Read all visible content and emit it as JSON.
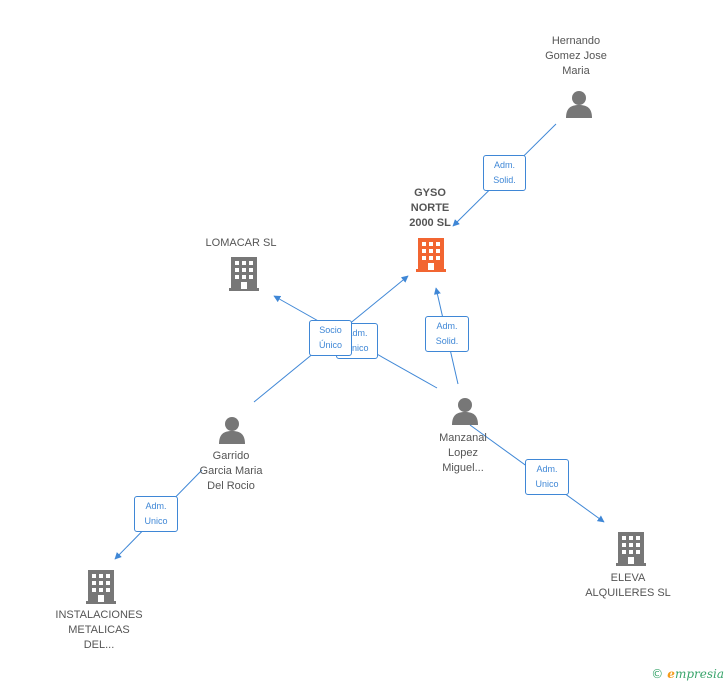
{
  "nodes": {
    "hernando": {
      "lines": [
        "Hernando",
        "Gomez Jose",
        "Maria"
      ],
      "icon": "person-icon"
    },
    "gyso": {
      "lines": [
        "GYSO",
        "NORTE",
        "2000 SL"
      ],
      "icon": "building-icon",
      "color": "#f26531"
    },
    "lomacar": {
      "lines": [
        "LOMACAR SL"
      ],
      "icon": "building-icon"
    },
    "garrido": {
      "lines": [
        "Garrido",
        "Garcia Maria",
        "Del Rocio"
      ],
      "icon": "person-icon"
    },
    "manzanal": {
      "lines": [
        "Manzanal",
        "Lopez",
        "Miguel..."
      ],
      "icon": "person-icon"
    },
    "instalaciones": {
      "lines": [
        "INSTALACIONES",
        "METALICAS",
        "DEL..."
      ],
      "icon": "building-icon"
    },
    "eleva": {
      "lines": [
        "ELEVA",
        "ALQUILERES SL"
      ],
      "icon": "building-icon"
    }
  },
  "relations": {
    "hernando_gyso": [
      "Adm.",
      "Solid."
    ],
    "manzanal_gyso": [
      "Adm.",
      "Solid."
    ],
    "garrido_gyso": [
      "Adm.",
      "Unico"
    ],
    "manzanal_lomacar": [
      "Socio",
      "Único"
    ],
    "garrido_instalaciones": [
      "Adm.",
      "Unico"
    ],
    "manzanal_eleva": [
      "Adm.",
      "Unico"
    ]
  },
  "colors": {
    "edge": "#3f87d6",
    "node": "#777777",
    "main": "#f26531"
  },
  "brand": {
    "copyright": "©",
    "initial": "e",
    "name": "mpresia"
  }
}
